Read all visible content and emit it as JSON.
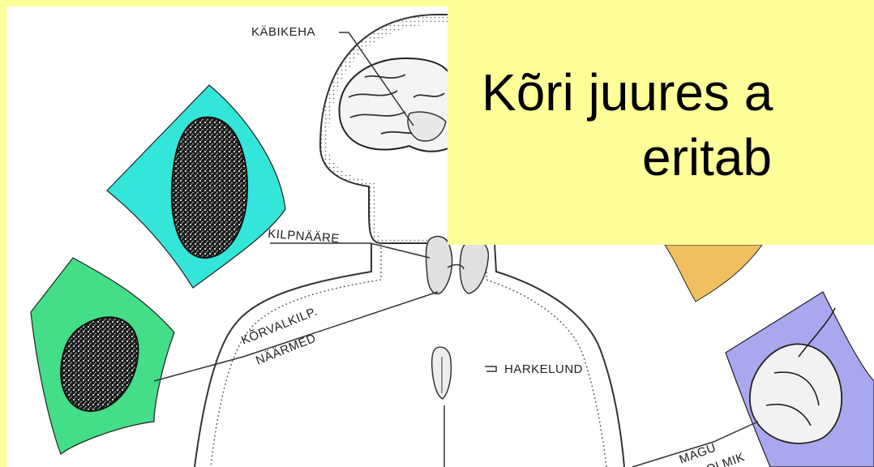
{
  "slide": {
    "title_line1": "Kõri juures a",
    "title_line2": "eritab"
  },
  "labels": {
    "kabikeha": "KÄBIKEHA",
    "kilpnaare": "KILPNÄÄRE",
    "korvalkilp_line1": "KÕRVALKILP.",
    "korvalkilp_line2": "NÄÄRMED",
    "harkelund": "HARKELUND",
    "magu_line1": "MAGU",
    "magu_line2": "SOOLMIK"
  },
  "colors": {
    "background": "#ffff99",
    "cyan_panel": "#33e6d9",
    "green_panel": "#44dd88",
    "purple_panel": "#a9a7ee",
    "orange_panel": "#f0c060"
  }
}
